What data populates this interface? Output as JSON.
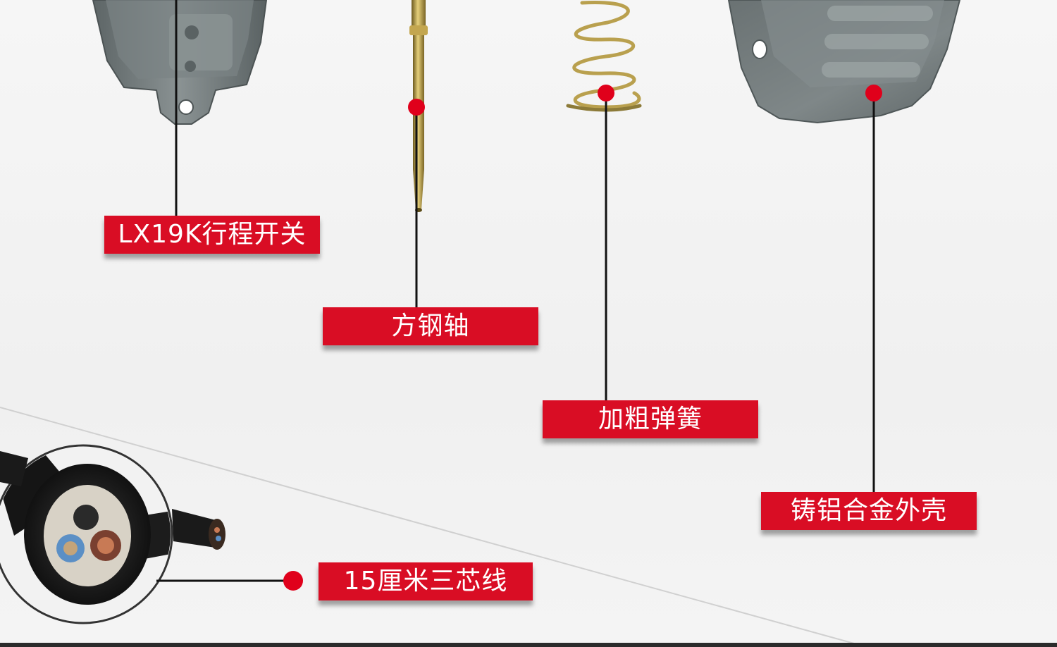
{
  "labels": {
    "switch": "LX19K行程开关",
    "shaft": "方钢轴",
    "spring": "加粗弹簧",
    "shell": "铸铝合金外壳",
    "cable": "15厘米三芯线"
  },
  "colors": {
    "label_bg": "#d90d24",
    "label_text": "#ffffff",
    "marker_dot": "#e0001b",
    "leader_line": "#111111",
    "housing_gray": "#6f7778",
    "spring_gold": "#b9a04e"
  }
}
